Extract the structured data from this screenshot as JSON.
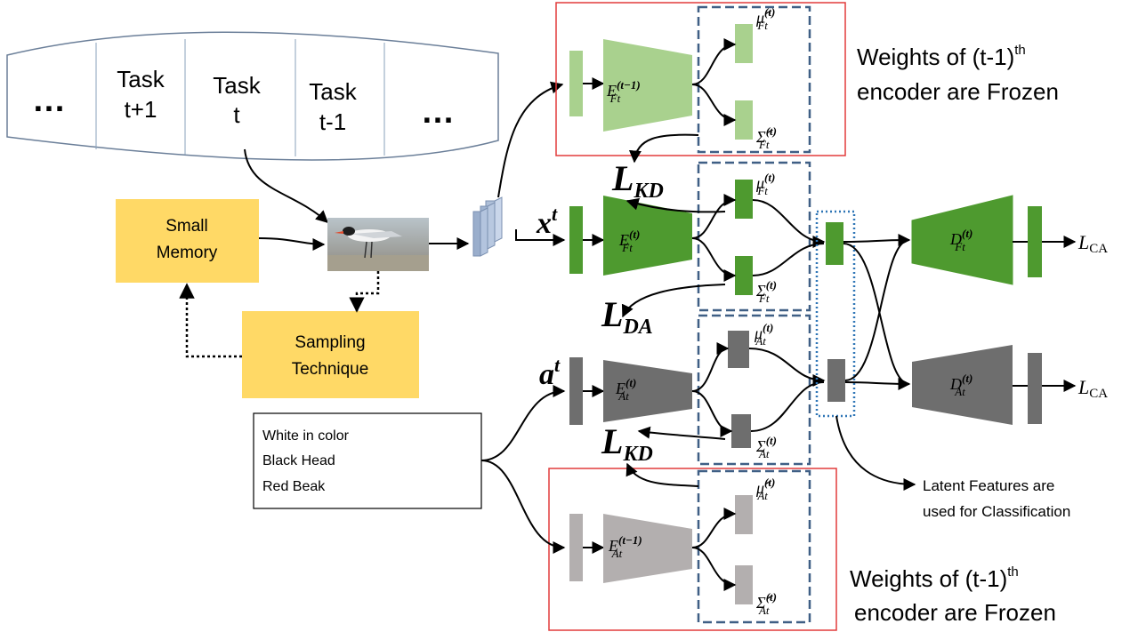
{
  "task_stream": {
    "ellipsis": "…",
    "tasks": [
      {
        "line1": "Task",
        "line2": "t+1"
      },
      {
        "line1": "Task",
        "line2": "t"
      },
      {
        "line1": "Task",
        "line2": "t-1"
      }
    ]
  },
  "small_memory": {
    "line1": "Small",
    "line2": "Memory"
  },
  "sampling": {
    "line1": "Sampling",
    "line2": "Technique"
  },
  "attributes": [
    "White in color",
    "Black Head",
    "Red Beak"
  ],
  "inputs": {
    "x_base": "x",
    "x_sup": "t",
    "a_base": "a",
    "a_sup": "t"
  },
  "frozen_notes": {
    "top": {
      "pre": "Weights of (t-1)",
      "sup": "th",
      "line2": "encoder are Frozen"
    },
    "bottom": {
      "pre": "Weights of (t-1)",
      "sup": "th",
      "line2": "encoder are Frozen"
    }
  },
  "losses": {
    "kd_top": {
      "base": "L",
      "sub": "KD"
    },
    "da": {
      "base": "L",
      "sub": "DA"
    },
    "kd_bottom": {
      "base": "L",
      "sub": "KD"
    },
    "ca_top": "L",
    "ca_top_sub": "CA",
    "ca_bottom": "L",
    "ca_bottom_sub": "CA"
  },
  "encoders": {
    "prev_ft": {
      "base": "E",
      "sup": "(t−1)",
      "sub": "Ft"
    },
    "ft": {
      "base": "E",
      "sup": "(t)",
      "sub": "Ft"
    },
    "at": {
      "base": "E",
      "sup": "(t)",
      "sub": "At"
    },
    "prev_at": {
      "base": "E",
      "sup": "(t−1)",
      "sub": "At"
    }
  },
  "decoders": {
    "ft": {
      "base": "D",
      "sup": "(t)",
      "sub": "Ft"
    },
    "at": {
      "base": "D",
      "sup": "(t)",
      "sub": "At"
    }
  },
  "latents": {
    "mu_hat_ft": {
      "base": "μ̂",
      "sup": "(t)",
      "sub": "Ft"
    },
    "sigma_hat_ft": {
      "base": "Σ̂",
      "sup": "(t)",
      "sub": "Ft"
    },
    "mu_ft": {
      "base": "μ",
      "sup": "(t)",
      "sub": "Ft"
    },
    "sigma_ft": {
      "base": "Σ",
      "sup": "(t)",
      "sub": "Ft"
    },
    "mu_at": {
      "base": "μ",
      "sup": "(t)",
      "sub": "At"
    },
    "sigma_at": {
      "base": "Σ",
      "sup": "(t)",
      "sub": "At"
    },
    "mu_hat_at": {
      "base": "μ̂",
      "sup": "(t)",
      "sub": "At"
    },
    "sigma_hat_at": {
      "base": "Σ̂",
      "sup": "(t)",
      "sub": "At"
    }
  },
  "latent_note": {
    "line1": "Latent Features are",
    "line2": "used for Classification"
  },
  "colors": {
    "dark_green": "#4e9a2f",
    "light_green": "#a9d18e",
    "dark_gray": "#6e6e6e",
    "light_gray": "#b3afaf",
    "yellow": "#ffd966",
    "red_frame": "#e23b3b",
    "dashed_blue": "#3f5f85",
    "dotted_blue": "#2e75b6"
  }
}
